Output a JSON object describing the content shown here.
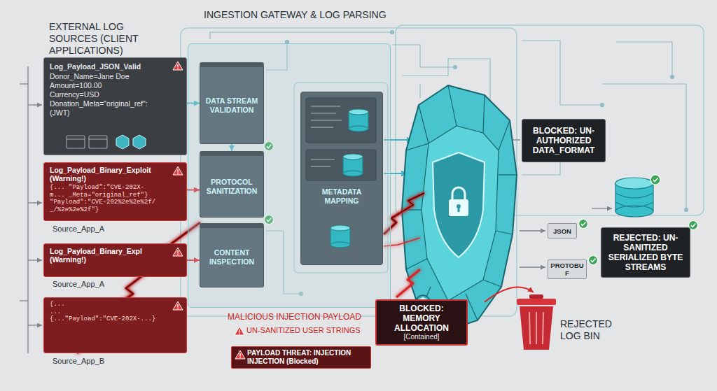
{
  "diagram": {
    "nodes": [
      {
        "text": [
          "Log_Payload_JSON_Valid",
          "Donor_Name=Jane Doe",
          "Amount=100.00",
          "Currency=USD",
          "Donation_Meta=\"original_ref\": (JWT)"
        ]
      },
      {
        "text": [
          "Log_Payload_Binary_Exploit (Warning!)",
          "{... \"Payload\":\"CVE-202X-",
          "m... _Meta=\"original_ref\"}",
          "\"Payload\":\"CVE-202%2e%2e%2f/",
          "_/%2e%2e%2f\"}"
        ]
      },
      {
        "text": [
          "Log_Payload_Binary_Expl (Warning!)"
        ]
      },
      {
        "text": [
          "{...",
          "...",
          "{...\"Payload\":\"CVE-202X-...}"
        ]
      },
      {
        "text": [
          "INGESTION GATEWAY & LOG PARSING"
        ]
      },
      {
        "text": [
          "DATA STREAM VALIDATION"
        ],
        "in": 4
      },
      {
        "text": [
          "PROTOCOL SANITIZATION"
        ],
        "in": 4
      },
      {
        "text": [
          "CONTENT INSPECTION"
        ],
        "in": 4
      },
      {
        "text": [
          "METADATA MAPPING"
        ],
        "in": 4
      },
      {
        "text": [
          "BLOCKED: UN-AUTHORIZED DATA_FORMAT"
        ]
      },
      {
        "text": [
          "REJECTED: UN-SANITIZED SERIALIZED BYTE STREAMS"
        ]
      },
      {
        "text": [
          "JSON"
        ]
      },
      {
        "text": [
          "PROTOBUF"
        ]
      },
      {
        "text": [
          "BLOCKED: MEMORY ALLOCATION",
          "[Contained]"
        ]
      },
      {
        "text": [
          "PAYLOAD THREAT: INJECTION INJECTION (Blocked)"
        ]
      }
    ],
    "edges": [
      {
        "from": 0,
        "to": 5,
        "arrow": "to"
      },
      {
        "from": 1,
        "to": 6,
        "arrow": "to"
      },
      {
        "from": 2,
        "to": 7,
        "arrow": "to"
      },
      {
        "from": 5,
        "to": 6,
        "arrow": "to"
      }
    ],
    "labels": [
      "EXTERNAL LOG SOURCES (CLIENT APPLICATIONS)",
      "Source_App_A",
      "Source_App_A",
      "Source_App_B",
      "MALICIOUS INJECTION PAYLOAD",
      "UN-SANITIZED USER STRINGS",
      "REJECTED LOG BIN"
    ]
  }
}
